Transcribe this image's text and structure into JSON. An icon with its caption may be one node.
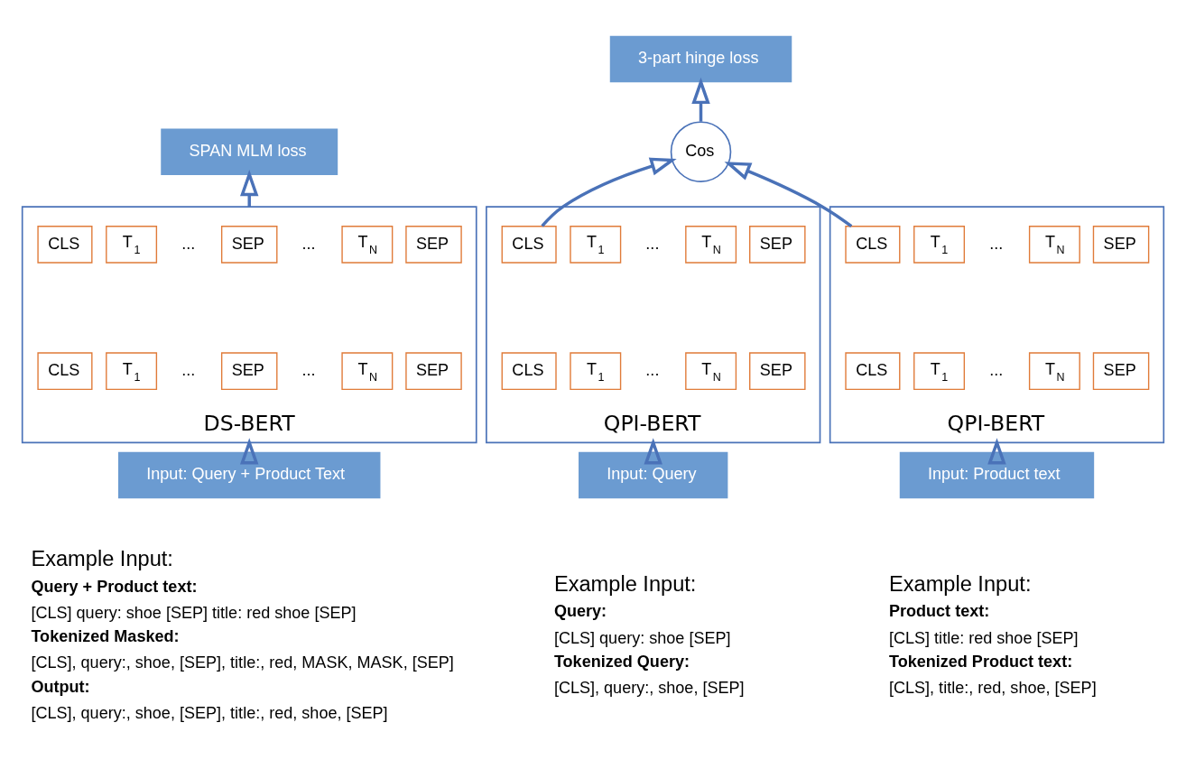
{
  "diagram": {
    "nodes": [
      {
        "text": [
          "SPAN MLM loss"
        ]
      },
      {
        "text": [
          "DS-BERT"
        ]
      },
      {
        "text": [
          "CLS"
        ],
        "in": 1
      },
      {
        "text": [
          "T$_{1}$"
        ],
        "in": 1
      },
      {
        "text": [
          "..."
        ],
        "in": 1
      },
      {
        "text": [
          "SEP"
        ],
        "in": 1
      },
      {
        "text": [
          "..."
        ],
        "in": 1
      },
      {
        "text": [
          "T$_{N}$"
        ],
        "in": 1
      },
      {
        "text": [
          "SEP"
        ],
        "in": 1
      },
      {
        "text": [
          "CLS"
        ],
        "in": 1
      },
      {
        "text": [
          "T$_{1}$"
        ],
        "in": 1
      },
      {
        "text": [
          "..."
        ],
        "in": 1
      },
      {
        "text": [
          "SEP"
        ],
        "in": 1
      },
      {
        "text": [
          "..."
        ],
        "in": 1
      },
      {
        "text": [
          "T$_{N}$"
        ],
        "in": 1
      },
      {
        "text": [
          "SEP"
        ],
        "in": 1
      },
      {
        "text": [
          "Input: Query + Product Text"
        ]
      },
      {
        "text": [
          "3-part hinge loss"
        ]
      },
      {
        "text": [
          "Cos"
        ]
      },
      {
        "text": [
          "QPI-BERT"
        ]
      },
      {
        "text": [
          "CLS"
        ],
        "in": 19
      },
      {
        "text": [
          "T$_{1}$"
        ],
        "in": 19
      },
      {
        "text": [
          "..."
        ],
        "in": 19
      },
      {
        "text": [
          "T$_{N}$"
        ],
        "in": 19
      },
      {
        "text": [
          "SEP"
        ],
        "in": 19
      },
      {
        "text": [
          "CLS"
        ],
        "in": 19
      },
      {
        "text": [
          "T$_{1}$"
        ],
        "in": 19
      },
      {
        "text": [
          "..."
        ],
        "in": 19
      },
      {
        "text": [
          "T$_{N}$"
        ],
        "in": 19
      },
      {
        "text": [
          "SEP"
        ],
        "in": 19
      },
      {
        "text": [
          "QPI-BERT"
        ]
      },
      {
        "text": [
          "CLS"
        ],
        "in": 30
      },
      {
        "text": [
          "T$_{1}$"
        ],
        "in": 30
      },
      {
        "text": [
          "..."
        ],
        "in": 30
      },
      {
        "text": [
          "T$_{N}$"
        ],
        "in": 30
      },
      {
        "text": [
          "SEP"
        ],
        "in": 30
      },
      {
        "text": [
          "CLS"
        ],
        "in": 30
      },
      {
        "text": [
          "T$_{1}$"
        ],
        "in": 30
      },
      {
        "text": [
          "..."
        ],
        "in": 30
      },
      {
        "text": [
          "T$_{N}$"
        ],
        "in": 30
      },
      {
        "text": [
          "SEP"
        ],
        "in": 30
      },
      {
        "text": [
          "Input: Query"
        ]
      },
      {
        "text": [
          "Input: Product text"
        ]
      }
    ],
    "edges": [
      {
        "from": 16,
        "to": 1,
        "arrow": "to"
      },
      {
        "from": 1,
        "to": 0,
        "arrow": "to"
      },
      {
        "from": 20,
        "to": 18,
        "arrow": "to"
      },
      {
        "from": 31,
        "to": 18,
        "arrow": "to"
      },
      {
        "from": 18,
        "to": 17,
        "arrow": "to"
      },
      {
        "from": 41,
        "to": 19,
        "arrow": "to"
      },
      {
        "from": 42,
        "to": 30,
        "arrow": "to"
      }
    ],
    "labels": [
      "Example Input:",
      "Query + Product text:",
      "[CLS] query: shoe [SEP] title: red shoe [SEP]",
      "Tokenized Masked:",
      "[CLS], query:, shoe, [SEP], title:, red, MASK, MASK, [SEP]",
      "Output:",
      "[CLS], query:, shoe, [SEP], title:, red, shoe, [SEP]",
      "Example Input:",
      "Query:",
      "[CLS] query: shoe [SEP]",
      "Tokenized Query:",
      "[CLS], query:, shoe, [SEP]",
      "Example Input:",
      "Product text:",
      "[CLS] title: red shoe [SEP]",
      "Tokenized Product text:",
      "[CLS], title:, red, shoe, [SEP]"
    ]
  }
}
